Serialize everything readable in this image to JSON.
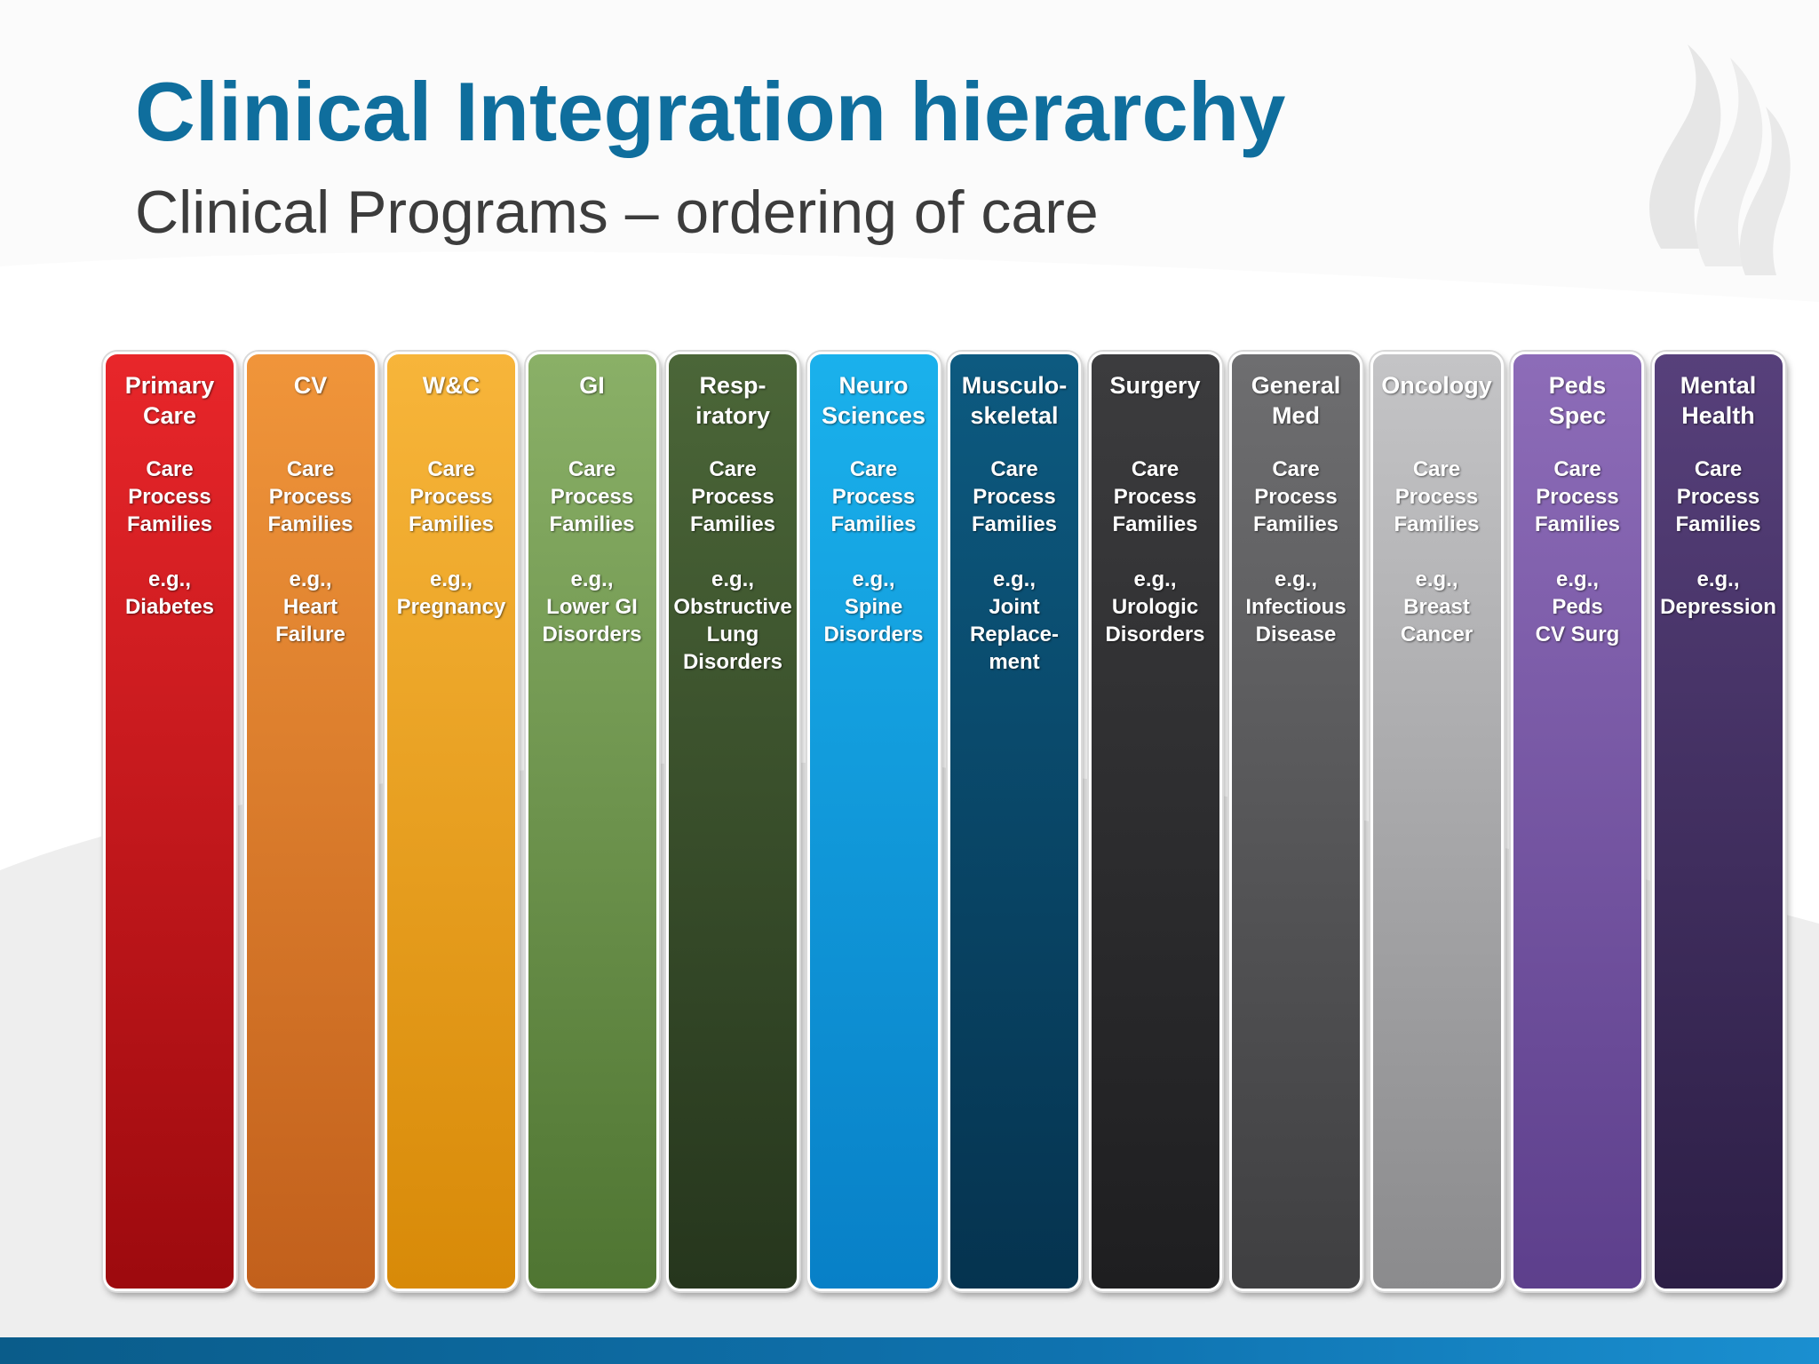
{
  "slide": {
    "title": "Clinical Integration hierarchy",
    "subtitle": "Clinical Programs – ordering of care"
  },
  "logo": {
    "icon": "flame-logo-icon"
  },
  "programs": [
    {
      "name": "Primary\nCare",
      "body": "Care\nProcess\nFamilies",
      "example": "e.g.,\nDiabetes",
      "color_top": "#e8262a",
      "color_bottom": "#9d0a0e"
    },
    {
      "name": "CV",
      "body": "Care\nProcess\nFamilies",
      "example": "e.g.,\nHeart\nFailure",
      "color_top": "#f0953a",
      "color_bottom": "#c2601c"
    },
    {
      "name": "W&C",
      "body": "Care\nProcess\nFamilies",
      "example": "e.g.,\nPregnancy",
      "color_top": "#f7b53a",
      "color_bottom": "#d88a08"
    },
    {
      "name": "GI",
      "body": "Care\nProcess\nFamilies",
      "example": "e.g.,\nLower GI\nDisorders",
      "color_top": "#8ab067",
      "color_bottom": "#4f7532"
    },
    {
      "name": "Resp-\niratory",
      "body": "Care\nProcess\nFamilies",
      "example": "e.g.,\nObstructive\nLung\nDisorders",
      "color_top": "#4b6638",
      "color_bottom": "#26361d"
    },
    {
      "name": "Neuro\nSciences",
      "body": "Care\nProcess\nFamilies",
      "example": "e.g.,\nSpine\nDisorders",
      "color_top": "#1ab1ec",
      "color_bottom": "#0880c7"
    },
    {
      "name": "Musculo-\nskeletal",
      "body": "Care\nProcess\nFamilies",
      "example": "e.g.,\nJoint\nReplace-\nment",
      "color_top": "#0d5a80",
      "color_bottom": "#05334f"
    },
    {
      "name": "Surgery",
      "body": "Care\nProcess\nFamilies",
      "example": "e.g.,\nUrologic\nDisorders",
      "color_top": "#3c3c3e",
      "color_bottom": "#1e1e20"
    },
    {
      "name": "General\nMed",
      "body": "Care\nProcess\nFamilies",
      "example": "e.g.,\nInfectious\nDisease",
      "color_top": "#6e6e70",
      "color_bottom": "#3f3f41"
    },
    {
      "name": "Oncology",
      "body": "Care\nProcess\nFamilies",
      "example": "e.g.,\nBreast\nCancer",
      "color_top": "#c4c4c6",
      "color_bottom": "#8b8b8d"
    },
    {
      "name": "Peds\nSpec",
      "body": "Care\nProcess\nFamilies",
      "example": "e.g.,\nPeds\nCV Surg",
      "color_top": "#8d6cb8",
      "color_bottom": "#5d3f8c"
    },
    {
      "name": "Mental\nHealth",
      "body": "Care\nProcess\nFamilies",
      "example": "e.g.,\nDepression",
      "color_top": "#57407b",
      "color_bottom": "#2c1e45"
    }
  ]
}
